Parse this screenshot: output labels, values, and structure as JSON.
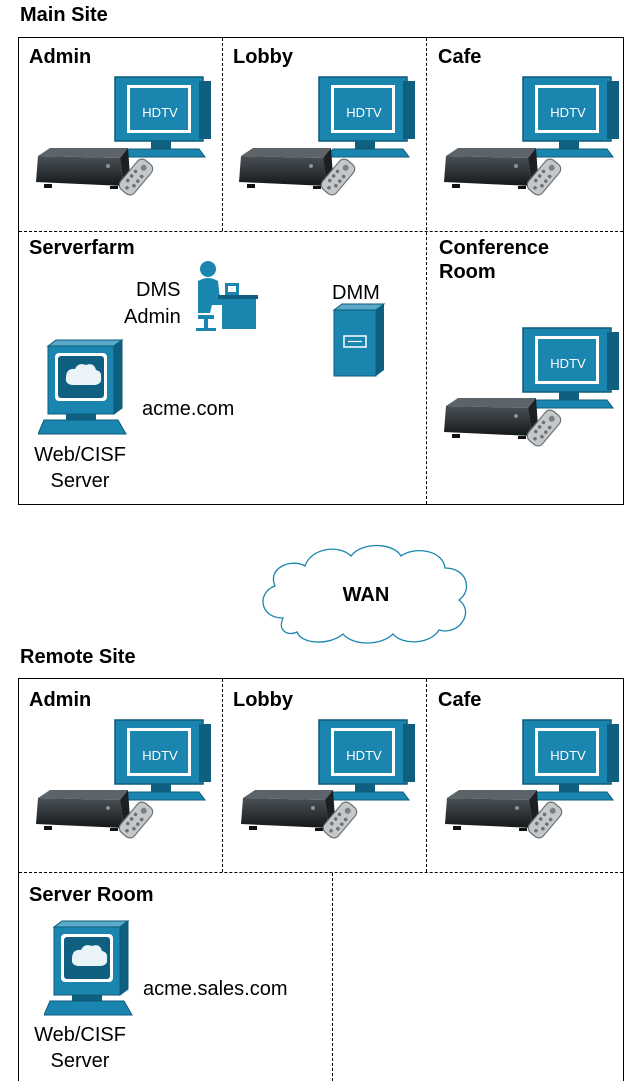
{
  "main_site": {
    "title": "Main Site",
    "rooms": {
      "admin": "Admin",
      "lobby": "Lobby",
      "cafe": "Cafe",
      "serverfarm": "Serverfarm",
      "conference_line1": "Conference",
      "conference_line2": "Room"
    },
    "dms_admin_line1": "DMS",
    "dms_admin_line2": "Admin",
    "dmm": "DMM",
    "domain": "acme.com",
    "server_line1": "Web/CISF",
    "server_line2": "Server"
  },
  "wan": {
    "label": "WAN"
  },
  "remote_site": {
    "title": "Remote Site",
    "rooms": {
      "admin": "Admin",
      "lobby": "Lobby",
      "cafe": "Cafe",
      "server_room": "Server Room"
    },
    "domain": "acme.sales.com",
    "server_line1": "Web/CISF",
    "server_line2": "Server"
  },
  "tv_label": "HDTV",
  "colors": {
    "device_blue": "#1a86b0",
    "device_dark": "#0e5f80",
    "stb_dark": "#2a2f33",
    "remote_gray": "#b9bdc0"
  },
  "icons": [
    "hdtv-icon",
    "set-top-box-icon",
    "remote-control-icon",
    "admin-user-icon",
    "dmm-server-icon",
    "web-server-icon",
    "wan-cloud-icon"
  ]
}
